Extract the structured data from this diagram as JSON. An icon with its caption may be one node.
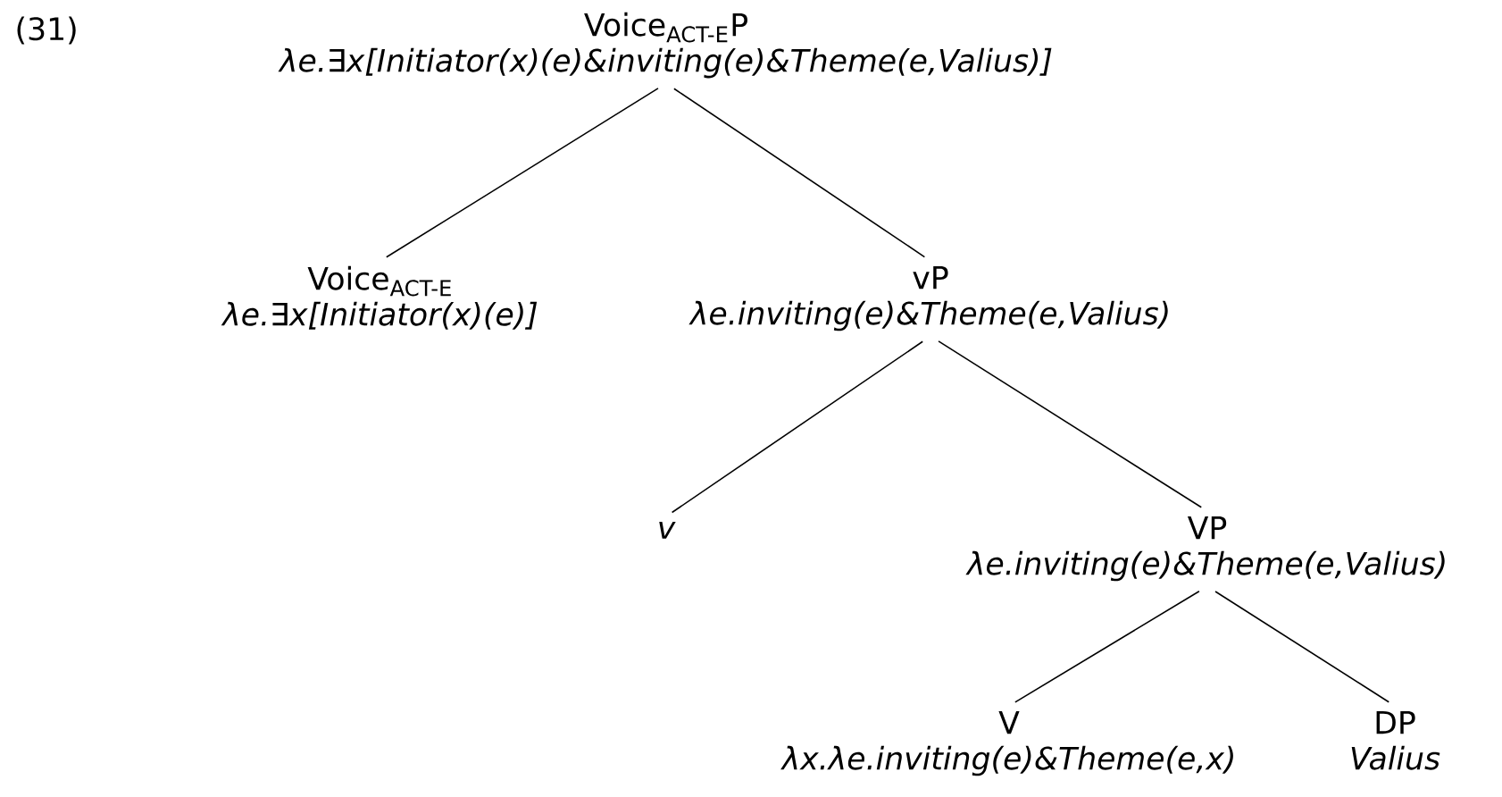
{
  "diagram": {
    "nodes": [
      {
        "text": [
          "Voice$_{ACT-E}$P",
          "λe.∃x[Initiator(x)(e)&inviting(e)&Theme(e,Valius)]"
        ]
      },
      {
        "text": [
          "Voice$_{ACT-E}$",
          "λe.∃x[Initiator(x)(e)]"
        ]
      },
      {
        "text": [
          "vP",
          "λe.inviting(e)&Theme(e,Valius)"
        ]
      },
      {
        "text": [
          "v"
        ]
      },
      {
        "text": [
          "VP",
          "λe.inviting(e)&Theme(e,Valius)"
        ]
      },
      {
        "text": [
          "V",
          "λx.λe.inviting(e)&Theme(e,x)"
        ]
      },
      {
        "text": [
          "DP",
          "Valius"
        ]
      }
    ],
    "edges": [
      {
        "from": 0,
        "to": 1,
        "arrow": "none"
      },
      {
        "from": 0,
        "to": 2,
        "arrow": "none"
      },
      {
        "from": 2,
        "to": 3,
        "arrow": "none"
      },
      {
        "from": 2,
        "to": 4,
        "arrow": "none"
      },
      {
        "from": 4,
        "to": 5,
        "arrow": "none"
      },
      {
        "from": 4,
        "to": 6,
        "arrow": "none"
      }
    ],
    "labels": [
      "(31)"
    ]
  }
}
